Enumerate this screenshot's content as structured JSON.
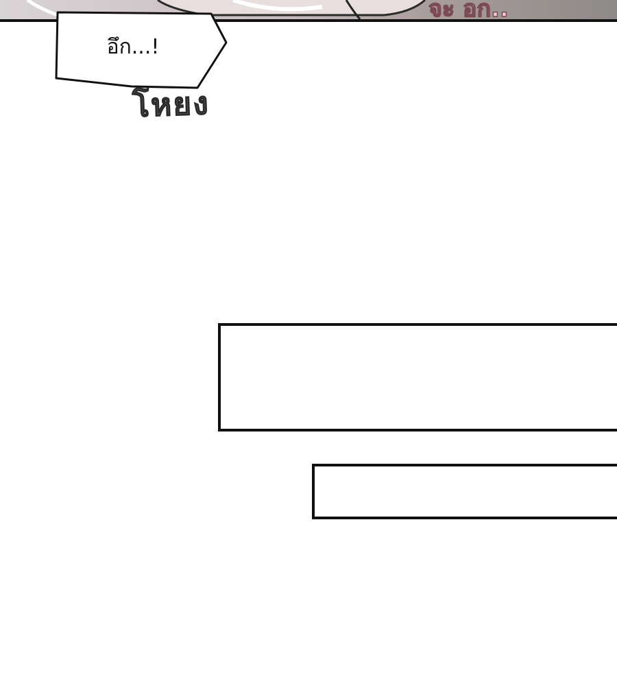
{
  "top_panel": {
    "caption_partial": "จะ อก..",
    "colors": {
      "background_left": "#cfcacc",
      "background_right": "#8e8a87",
      "border": "#111111",
      "caption": "#f7c9d2",
      "caption_outline": "#7a4a55"
    }
  },
  "speech_bubble": {
    "text": "อึก...!"
  },
  "sound_effect": {
    "text": "โหยง"
  },
  "colors": {
    "page_background": "#ffffff",
    "ink": "#111111"
  }
}
